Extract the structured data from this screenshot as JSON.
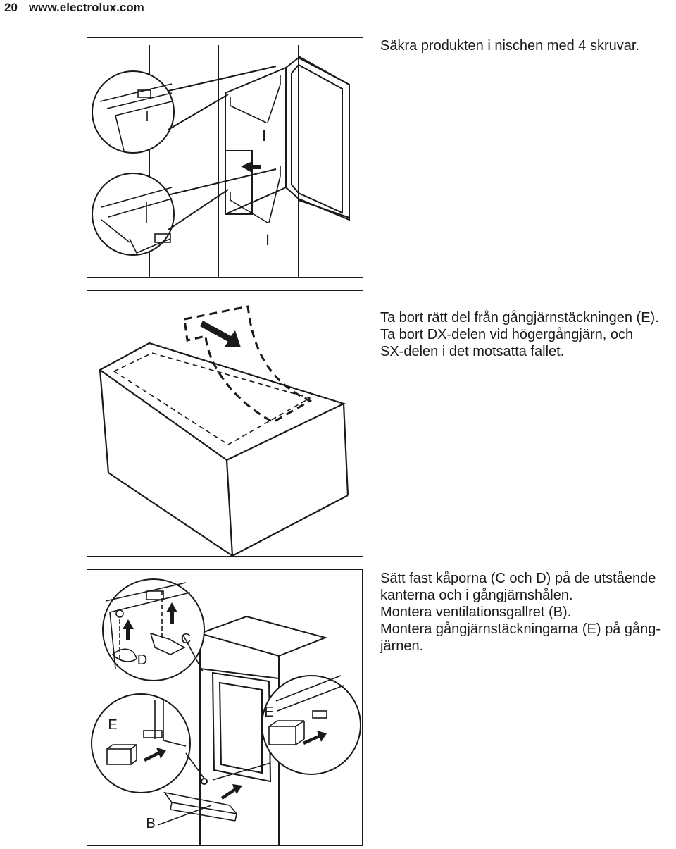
{
  "header": {
    "page_number": "20",
    "website": "www.electrolux.com"
  },
  "steps": [
    {
      "lines": [
        "Säkra produkten i nischen med 4 skruvar."
      ]
    },
    {
      "lines": [
        "Ta bort rätt del från gångjärnstäckningen (E).",
        "Ta bort DX-delen vid högergångjärn, och",
        "SX-delen i det motsatta fallet."
      ]
    },
    {
      "lines": [
        "Sätt fast kåporna (C och D) på de utstående",
        "kanterna och i gångjärnshålen.",
        "Montera ventilationsgallret (B).",
        "Montera gångjärnstäckningarna (E) på gång-",
        "järnen."
      ]
    }
  ],
  "figures": {
    "fig1": {
      "callouts": [
        "I",
        "I"
      ]
    },
    "fig3": {
      "callouts": [
        "C",
        "D",
        "E",
        "E",
        "B"
      ]
    }
  }
}
